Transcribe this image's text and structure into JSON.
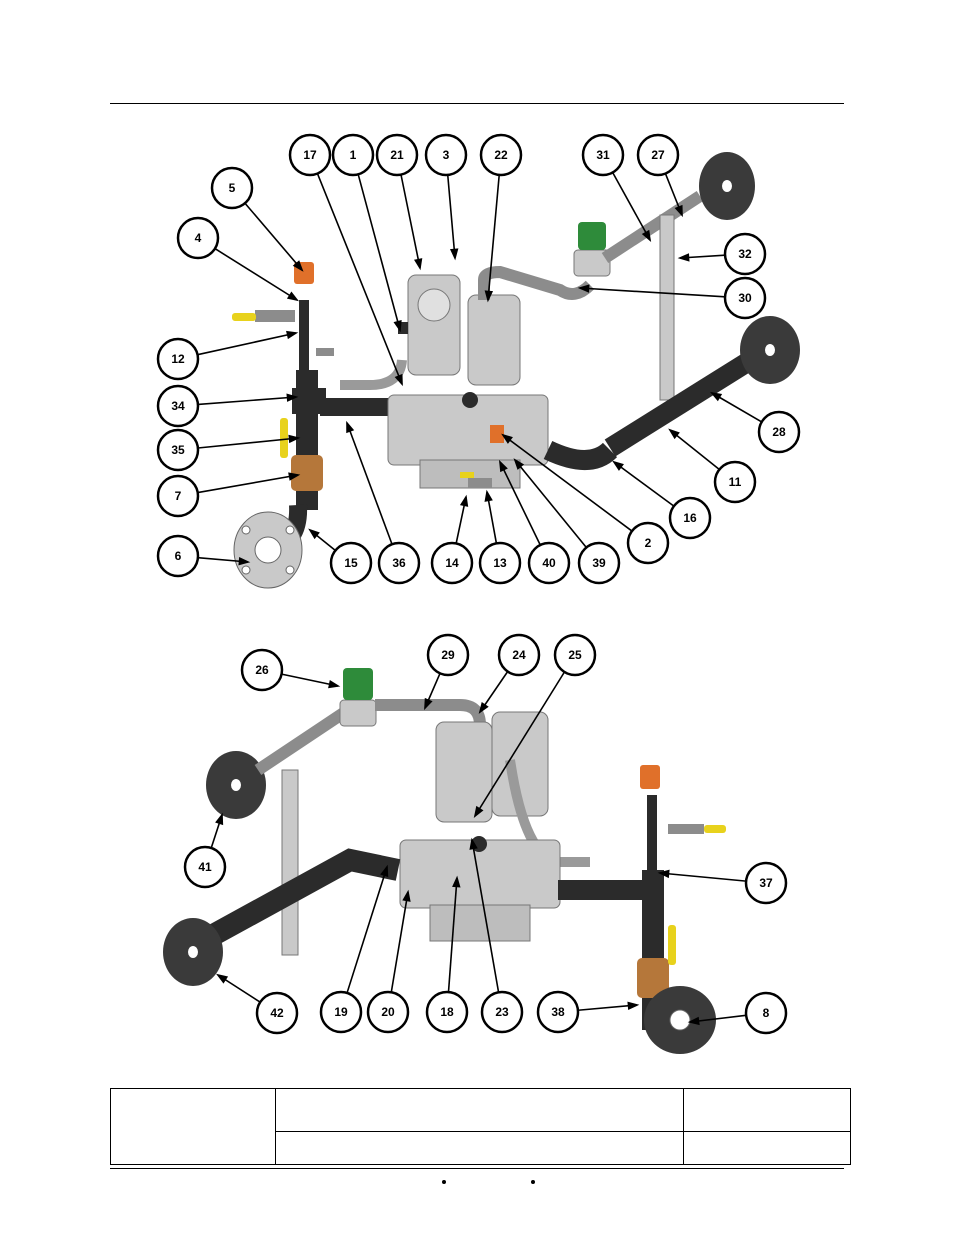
{
  "callouts": [
    {
      "label": "17"
    },
    {
      "label": "1"
    },
    {
      "label": "21"
    },
    {
      "label": "3"
    },
    {
      "label": "22"
    },
    {
      "label": "31"
    },
    {
      "label": "27"
    },
    {
      "label": "5"
    },
    {
      "label": "4"
    },
    {
      "label": "32"
    },
    {
      "label": "30"
    },
    {
      "label": "12"
    },
    {
      "label": "34"
    },
    {
      "label": "28"
    },
    {
      "label": "35"
    },
    {
      "label": "11"
    },
    {
      "label": "7"
    },
    {
      "label": "16"
    },
    {
      "label": "2"
    },
    {
      "label": "6"
    },
    {
      "label": "15"
    },
    {
      "label": "36"
    },
    {
      "label": "14"
    },
    {
      "label": "13"
    },
    {
      "label": "40"
    },
    {
      "label": "39"
    },
    {
      "label": "26"
    },
    {
      "label": "29"
    },
    {
      "label": "24"
    },
    {
      "label": "25"
    },
    {
      "label": "37"
    },
    {
      "label": "41"
    },
    {
      "label": "42"
    },
    {
      "label": "19"
    },
    {
      "label": "20"
    },
    {
      "label": "18"
    },
    {
      "label": "23"
    },
    {
      "label": "38"
    },
    {
      "label": "8"
    }
  ],
  "colors": {
    "pipe_dark": "#2b2b2b",
    "pipe_gray": "#8c8c8c",
    "housing": "#c9c9c9",
    "brass": "#b5773a",
    "solenoid": "#2e8b3a",
    "handle": "#e8d21c",
    "orange": "#e0702a"
  }
}
